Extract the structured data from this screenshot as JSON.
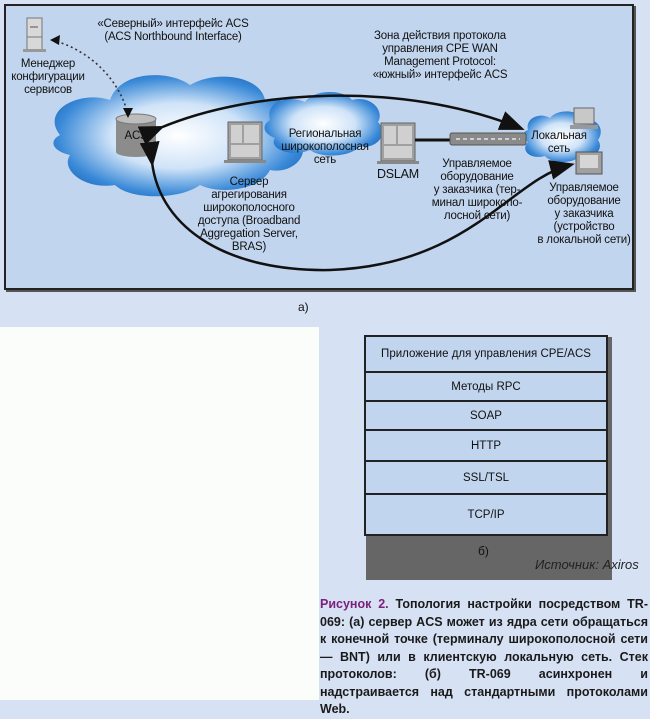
{
  "diagram_a": {
    "northbound_label": "«Северный» интерфейс ACS\n(ACS Northbound Interface)",
    "service_manager_label": "Менеджер\nконфигурации\nсервисов",
    "southbound_label": "Зона действия протокола\nуправления CPE WAN\nManagement Protocol:\n«южный» интерфейс ACS",
    "acs_label": "ACS",
    "bras_label": "Сервер\nагрегирования\nширокополосного\nдоступа (Broadband\nAggregation Server,\nBRAS)",
    "regional_network_label": "Региональная\nширокополосная\nсеть",
    "dslam_label": "DSLAM",
    "cpe_terminal_label": "Управляемое\nоборудование\nу заказчика (тер-\nминал широкопо-\nлосной сети)",
    "local_network_label": "Локальная\nсеть",
    "cpe_lan_label": "Управляемое\nоборудование\nу заказчика\n(устройство\nв локальной сети)",
    "sub_label": "а)"
  },
  "diagram_b": {
    "layers": [
      "Приложение для управления CPE/ACS",
      "Методы RPC",
      "SOAP",
      "HTTP",
      "SSL/TSL",
      "TCP/IP"
    ],
    "sub_label": "б)",
    "source": "Источник: Axiros"
  },
  "caption": {
    "figure": "Рисунок 2.",
    "text": " Топология настройки посредством TR-069: (а) сервер ACS может из ядра сети обращаться к конечной точке (терминалу широкополосной сети — BNT) или в клиентскую локальную сеть. Стек протоколов: (б) TR-069 асинхронен и надстраивается над стандартными протоколами Web."
  },
  "colors": {
    "frame_bg": "#c2d5ee",
    "page_bg": "#d6e2f4",
    "cloud": "#1e73c8",
    "caption_accent": "#7a1f7a"
  }
}
